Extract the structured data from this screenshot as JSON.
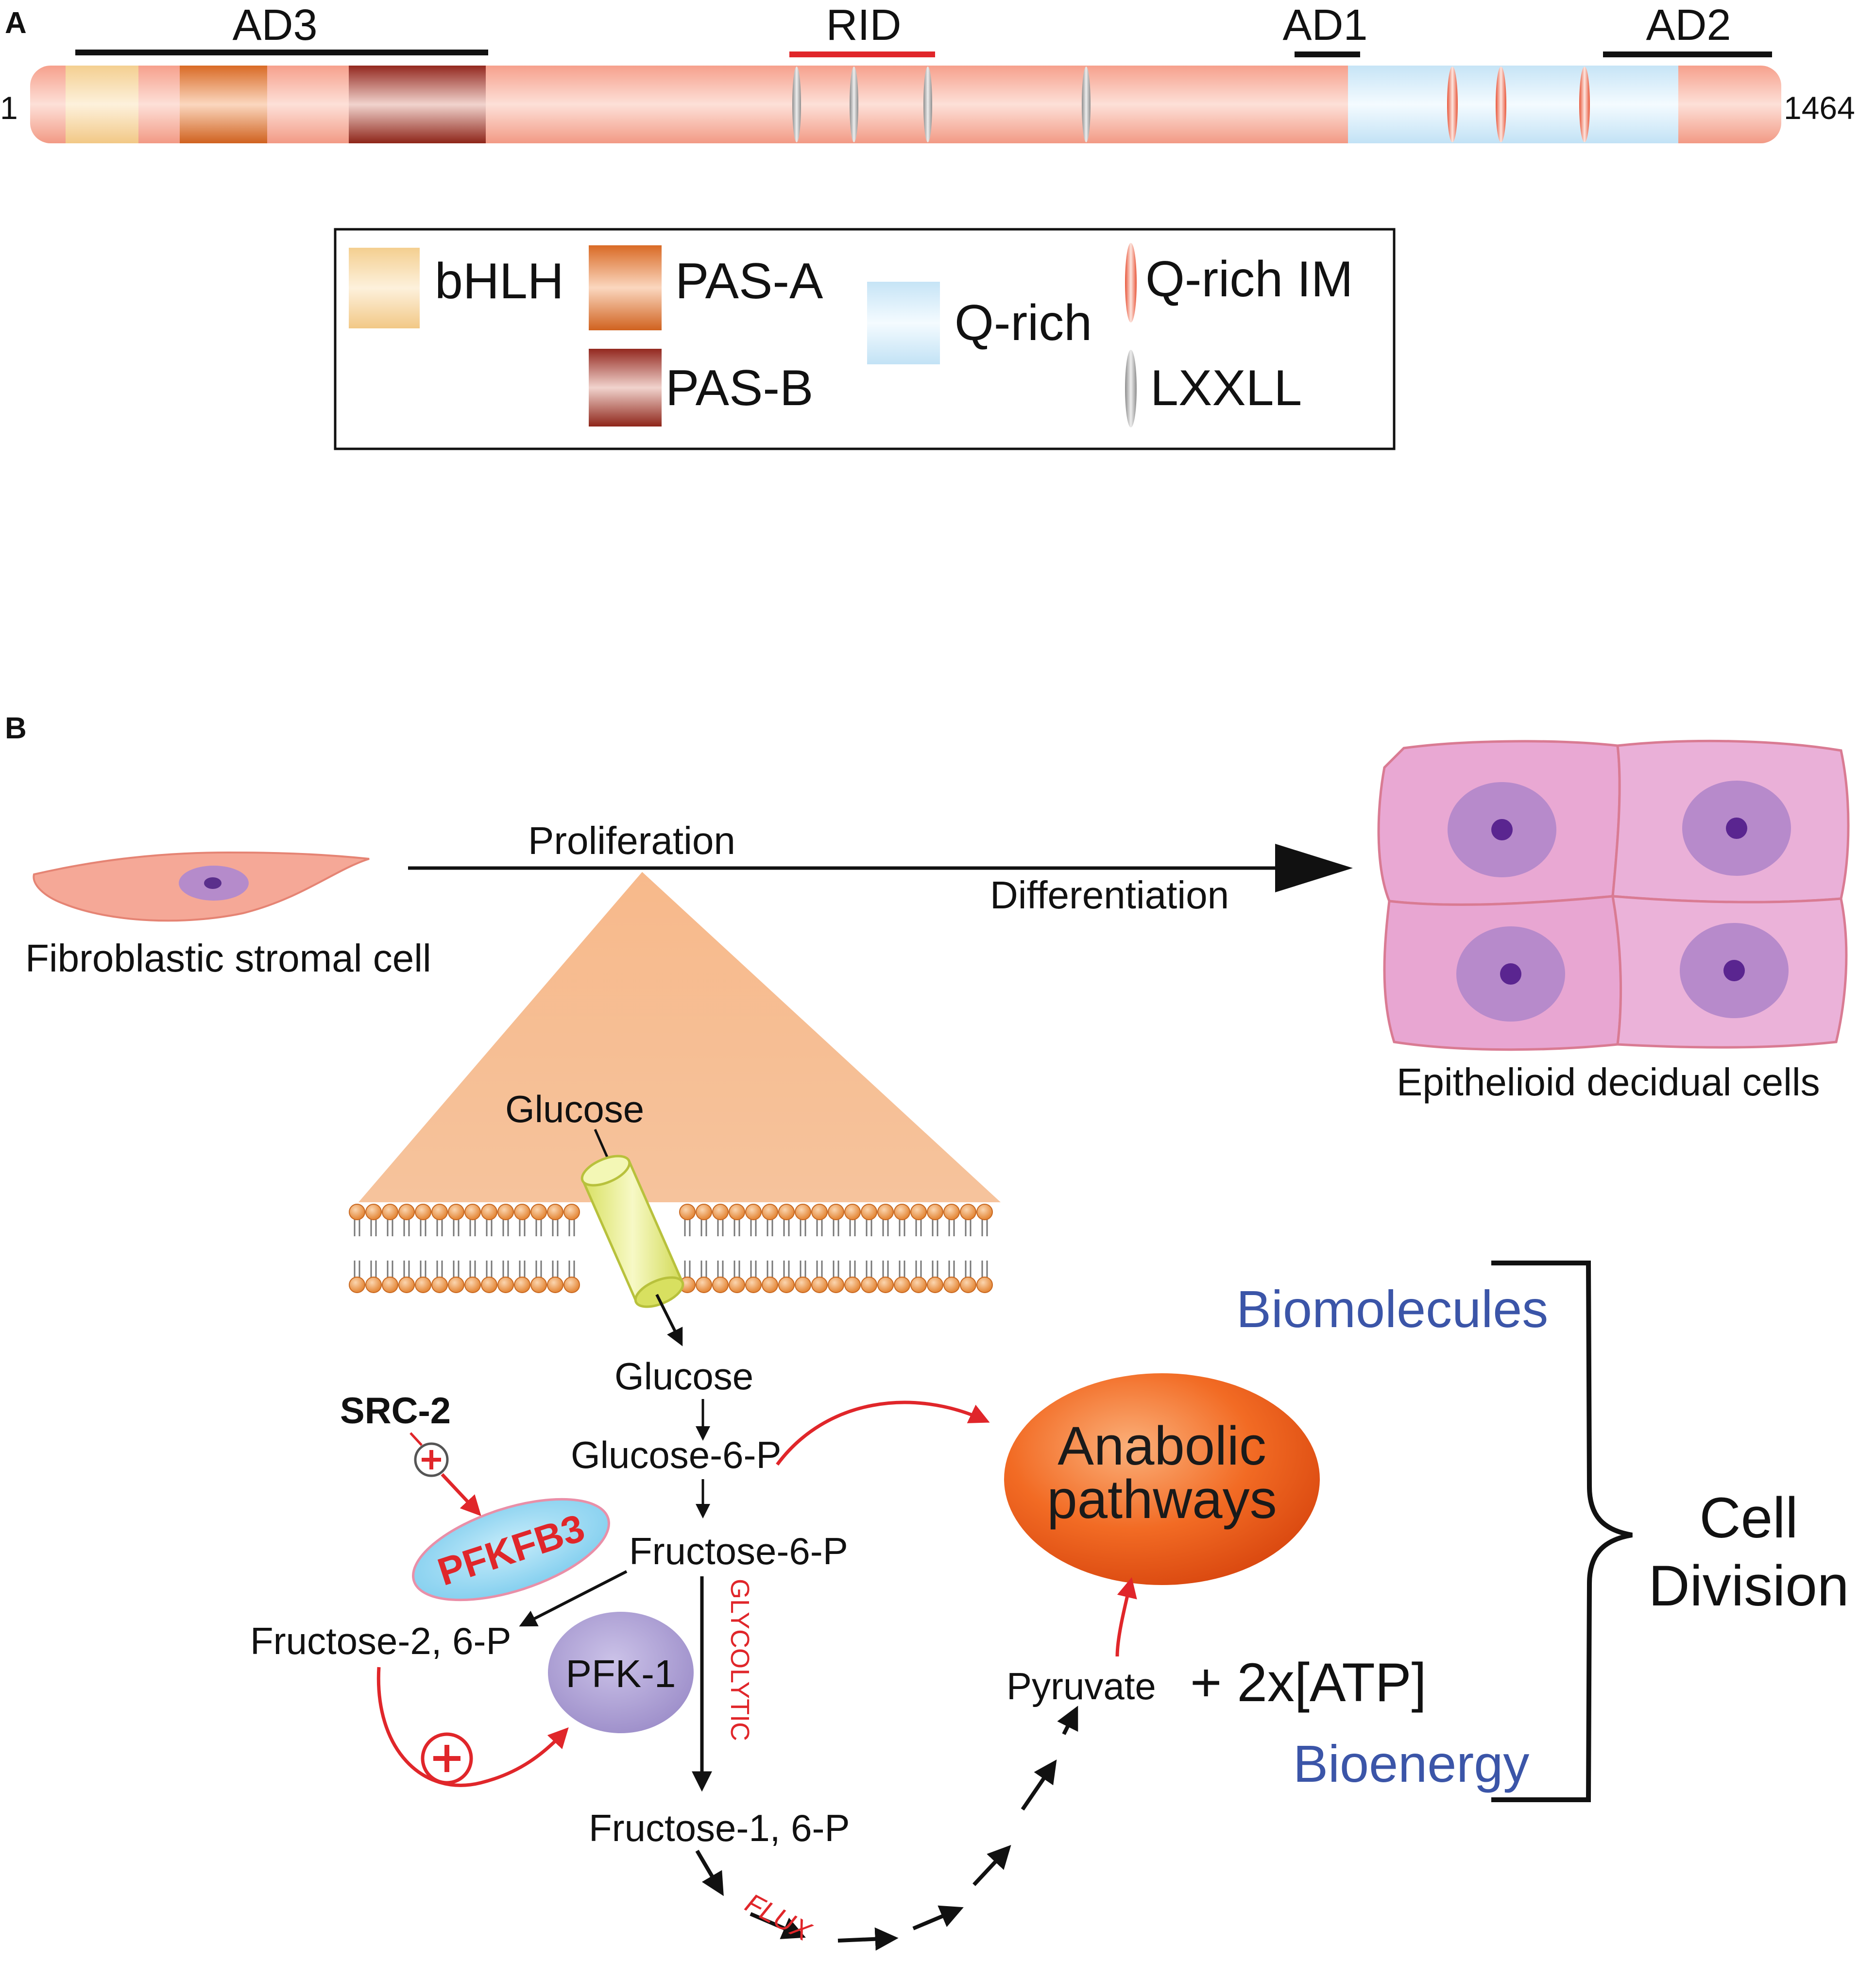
{
  "panel_a": {
    "label": "A",
    "start": "1",
    "end": "1464",
    "domains": {
      "ad3": "AD3",
      "rid": "RID",
      "ad1": "AD1",
      "ad2": "AD2"
    },
    "legend": {
      "bhlh": "bHLH",
      "pas_a": "PAS-A",
      "pas_b": "PAS-B",
      "q_rich": "Q-rich",
      "q_rich_im": "Q-rich IM",
      "lxxll": "LXXLL"
    },
    "colors": {
      "bar": "#f7a998",
      "bhlh": "#f7d9a3",
      "pas_a": "#e07a35",
      "pas_b": "#a23a2e",
      "q_rich": "#cfe9f7",
      "rid_line": "#e0262a"
    }
  },
  "panel_b": {
    "label": "B",
    "proliferation": "Proliferation",
    "differentiation": "Differentiation",
    "fibroblastic": "Fibroblastic stromal cell",
    "epithelioid": "Epithelioid decidual cells",
    "glucose_out": "Glucose",
    "glucose_in": "Glucose",
    "glucose_6p": "Glucose-6-P",
    "fructose_6p": "Fructose-6-P",
    "fructose_26p": "Fructose-2, 6-P",
    "fructose_16p": "Fructose-1, 6-P",
    "src2": "SRC-2",
    "pfkfb3": "PFKFB3",
    "pfk1": "PFK-1",
    "glycolytic": "GLYCOLYTIC",
    "flux": "FLUX",
    "anabolic_line1": "Anabolic",
    "anabolic_line2": "pathways",
    "pyruvate": "Pyruvate",
    "plus_atp": "+ 2x[ATP]",
    "biomolecules": "Biomolecules",
    "bioenergy": "Bioenergy",
    "cell_division_line1": "Cell",
    "cell_division_line2": "Division",
    "colors": {
      "red": "#e0262a",
      "blue_text": "#3b55a8",
      "triangle": "#f7b98b",
      "cell_pink": "#e9a7d3",
      "anabolic": "#f0621f",
      "pfkfb3_fill": "#8fd6f2",
      "pfk1_fill": "#a89bd1",
      "channel": "#e8ee8a"
    }
  }
}
